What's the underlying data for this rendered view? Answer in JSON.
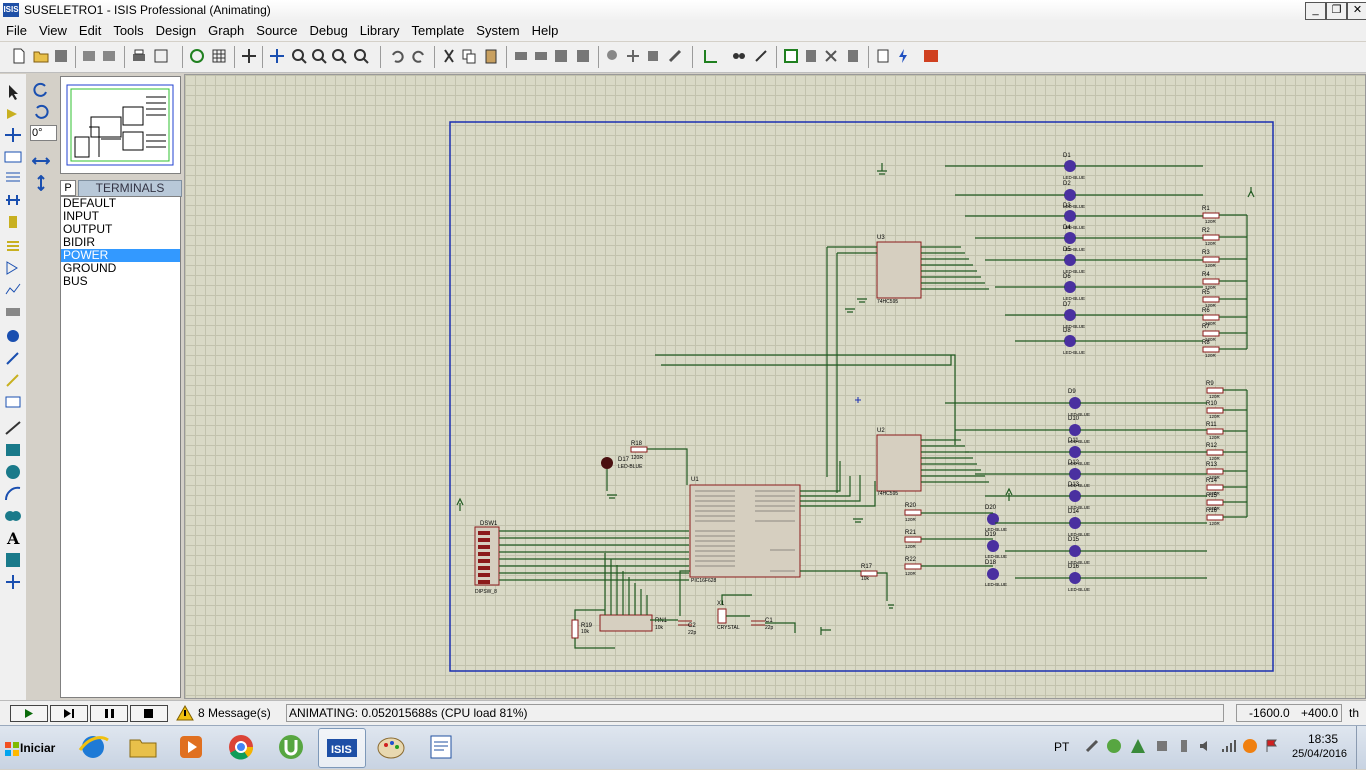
{
  "window": {
    "title": "SUSELETRO1 - ISIS Professional (Animating)",
    "app_icon_text": "ISIS",
    "controls": {
      "minimize": "_",
      "maximize": "❐",
      "close": "✕"
    }
  },
  "menu": [
    "File",
    "View",
    "Edit",
    "Tools",
    "Design",
    "Graph",
    "Source",
    "Debug",
    "Library",
    "Template",
    "System",
    "Help"
  ],
  "rotation": {
    "angle_value": "0°"
  },
  "terminals": {
    "p_button": "P",
    "title": "TERMINALS",
    "items": [
      "DEFAULT",
      "INPUT",
      "OUTPUT",
      "BIDIR",
      "POWER",
      "GROUND",
      "BUS"
    ],
    "selected": "POWER"
  },
  "schematic": {
    "shift_registers": [
      {
        "ref": "U3",
        "part": "74HC595"
      },
      {
        "ref": "U2",
        "part": "74HC595"
      }
    ],
    "mcu": {
      "ref": "U1",
      "part": "PIC16F628"
    },
    "dipswitch": {
      "ref": "DSW1",
      "part": "DIPSW_8"
    },
    "crystal": {
      "ref": "X1",
      "part": "CRYSTAL"
    },
    "caps": [
      {
        "ref": "C1",
        "value": "22p"
      },
      {
        "ref": "C2",
        "value": "22p"
      }
    ],
    "resnet": {
      "ref": "RN1",
      "value": "10k"
    },
    "r19": {
      "ref": "R19",
      "value": "10k"
    },
    "r17": {
      "ref": "R17",
      "value": "10k"
    },
    "r18": {
      "ref": "R18",
      "value": "120R"
    },
    "led_part": "LED-BLUE",
    "res_value": "120R",
    "leds_top": [
      "D1",
      "D2",
      "D3",
      "D4",
      "D5",
      "D6",
      "D7",
      "D8"
    ],
    "leds_bottom": [
      "D9",
      "D10",
      "D11",
      "D12",
      "D13",
      "D14",
      "D15",
      "D16"
    ],
    "res_top": [
      "R1",
      "R2",
      "R3",
      "R4",
      "R5",
      "R6",
      "R7",
      "R8"
    ],
    "res_bottom": [
      "R9",
      "R10",
      "R11",
      "R12",
      "R13",
      "R14",
      "R15",
      "R16"
    ],
    "leds_mid": [
      "D20",
      "D19",
      "D18"
    ],
    "res_mid": [
      "R20",
      "R21",
      "R22"
    ],
    "led_d17": "D17"
  },
  "status": {
    "message_count": "8 Message(s)",
    "animating": "ANIMATING: 0.052015688s (CPU load 81%)",
    "coord_x": "-1600.0",
    "coord_y": "+400.0",
    "unit": "th"
  },
  "taskbar": {
    "start_label": "Iniciar",
    "lang": "PT",
    "time": "18:35",
    "date": "25/04/2016"
  }
}
